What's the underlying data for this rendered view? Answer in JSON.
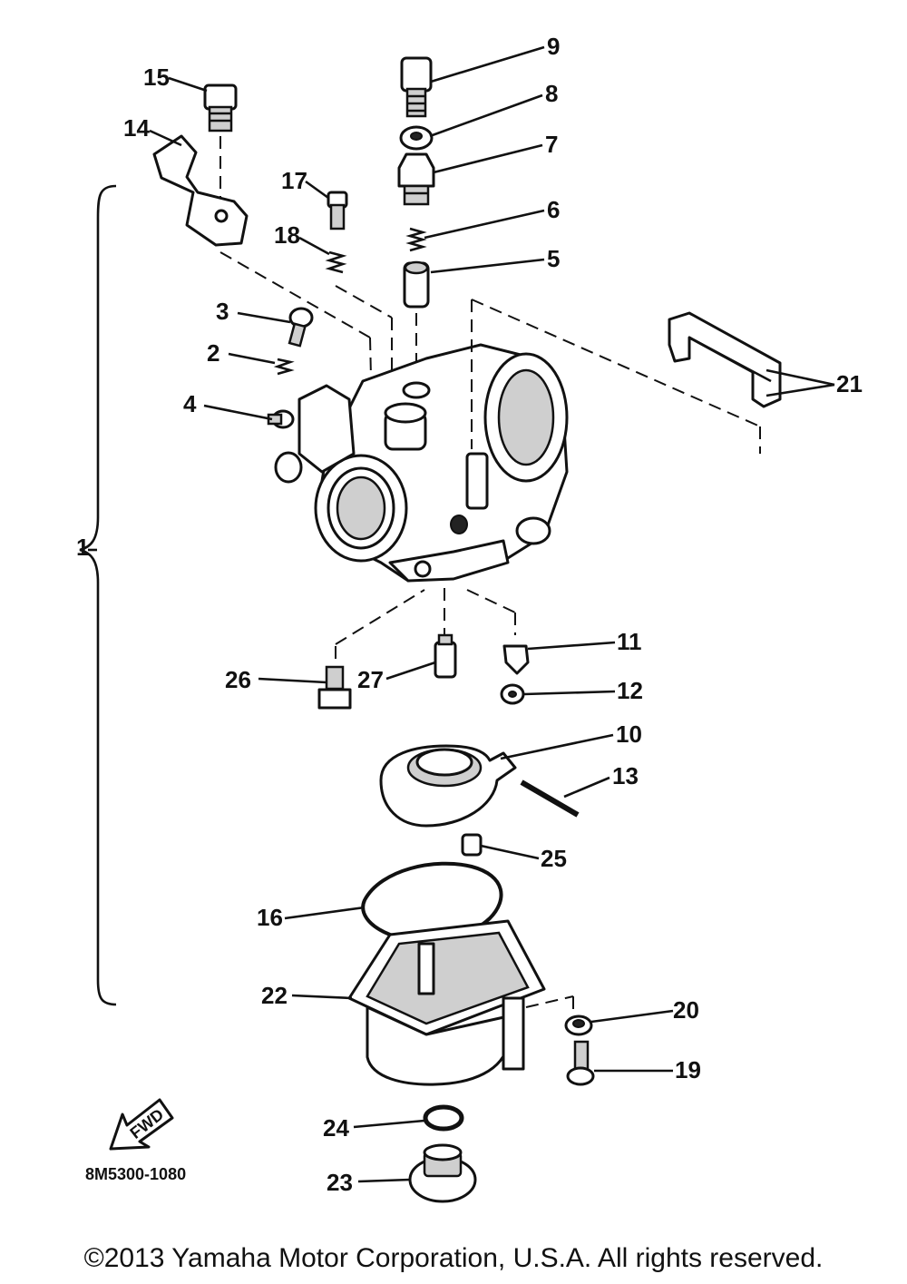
{
  "callouts": [
    {
      "id": "l1",
      "text": "1"
    },
    {
      "id": "l2",
      "text": "2"
    },
    {
      "id": "l3",
      "text": "3"
    },
    {
      "id": "l4",
      "text": "4"
    },
    {
      "id": "l5",
      "text": "5"
    },
    {
      "id": "l6",
      "text": "6"
    },
    {
      "id": "l7",
      "text": "7"
    },
    {
      "id": "l8",
      "text": "8"
    },
    {
      "id": "l9",
      "text": "9"
    },
    {
      "id": "l10",
      "text": "10"
    },
    {
      "id": "l11",
      "text": "11"
    },
    {
      "id": "l12",
      "text": "12"
    },
    {
      "id": "l13",
      "text": "13"
    },
    {
      "id": "l14",
      "text": "14"
    },
    {
      "id": "l15",
      "text": "15"
    },
    {
      "id": "l16",
      "text": "16"
    },
    {
      "id": "l17",
      "text": "17"
    },
    {
      "id": "l18",
      "text": "18"
    },
    {
      "id": "l19",
      "text": "19"
    },
    {
      "id": "l20",
      "text": "20"
    },
    {
      "id": "l21",
      "text": "21"
    },
    {
      "id": "l22",
      "text": "22"
    },
    {
      "id": "l23",
      "text": "23"
    },
    {
      "id": "l24",
      "text": "24"
    },
    {
      "id": "l25",
      "text": "25"
    },
    {
      "id": "l26",
      "text": "26"
    },
    {
      "id": "l27",
      "text": "27"
    }
  ],
  "fwd_arrow_text": "FWD",
  "diagram_code": "8M5300-1080",
  "copyright": "©2013 Yamaha Motor Corporation, U.S.A. All rights reserved."
}
